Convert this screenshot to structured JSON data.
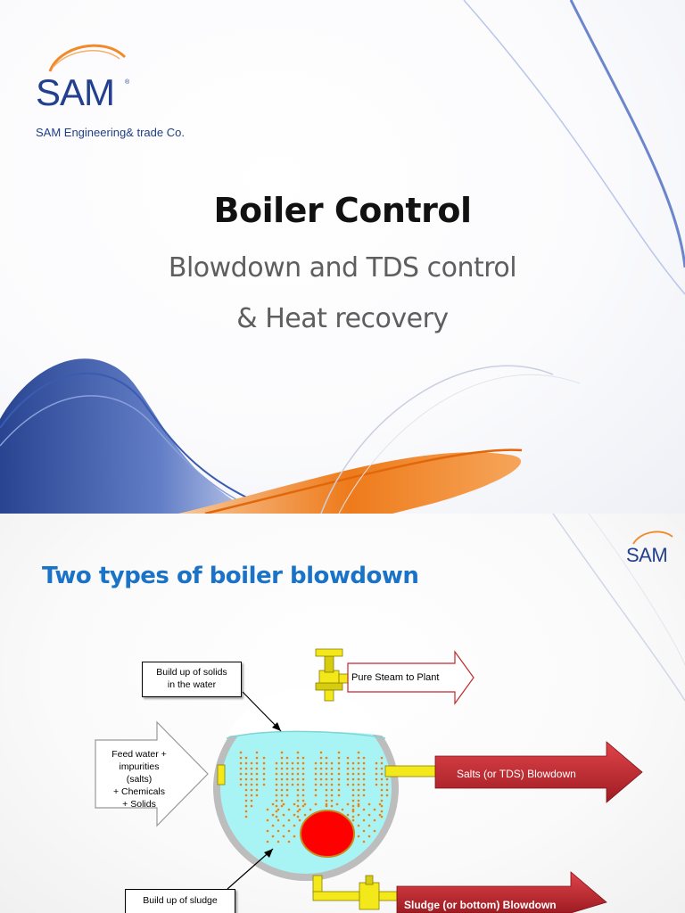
{
  "slide1": {
    "logo": {
      "text": "SAM",
      "registered": "®"
    },
    "company": "SAM Engineering& trade Co.",
    "title": "Boiler Control",
    "subtitle_line1": "Blowdown and TDS control",
    "subtitle_line2": "& Heat recovery",
    "colors": {
      "orange": "#f08a2a",
      "navy": "#23408f",
      "title": "#111111",
      "subtitle": "#5e5e5e"
    }
  },
  "slide2": {
    "logo": {
      "text": "SAM"
    },
    "heading": "Two types of boiler blowdown",
    "diagram": {
      "solids_callout": [
        "Build up of solids",
        "in the water"
      ],
      "feed_label": [
        "Feed water +",
        "impurities",
        "(salts)",
        "+ Chemicals",
        "+ Solids"
      ],
      "steam_label": "Pure Steam to Plant",
      "tds_label": "Salts (or TDS) Blowdown",
      "sludge_callout": "Build up of sludge",
      "sludge_outlet_label": "Sludge (or bottom) Blowdown"
    },
    "colors": {
      "heading": "#1a73c6",
      "water": "#a8f4f4",
      "shell": "#bdbdbd",
      "red_arrow": "#c0282d",
      "sludge_blob": "#ff0000",
      "valve": "#f3e81a",
      "dots": "#ff7a00"
    }
  }
}
